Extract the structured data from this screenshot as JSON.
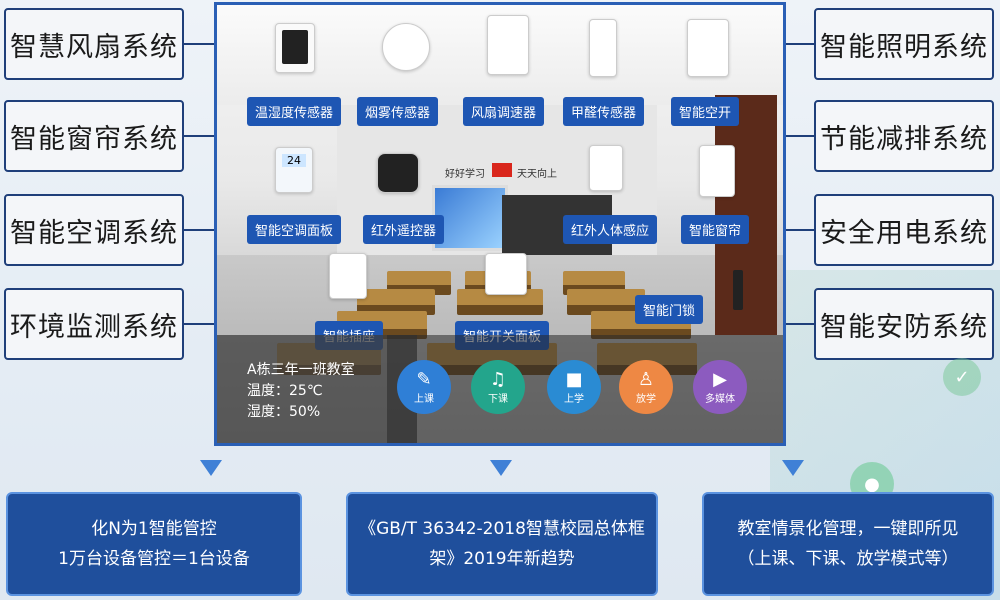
{
  "left_systems": [
    "智慧风扇系统",
    "智能窗帘系统",
    "智能空调系统",
    "环境监测系统"
  ],
  "right_systems": [
    "智能照明系统",
    "节能减排系统",
    "安全用电系统",
    "智能安防系统"
  ],
  "devices": {
    "temp_humidity": "温湿度传感器",
    "smoke": "烟雾传感器",
    "fan_speed": "风扇调速器",
    "formaldehyde": "甲醛传感器",
    "air_switch": "智能空开",
    "ac_panel": "智能空调面板",
    "ir_remote": "红外遥控器",
    "ir_body": "红外人体感应",
    "curtain": "智能窗帘",
    "socket": "智能插座",
    "switch_panel": "智能开关面板",
    "door_lock": "智能门锁"
  },
  "classroom": {
    "banner_left": "好好学习",
    "banner_right": "天天向上",
    "ac_display": "24",
    "room_name": "A栋三年一班教室",
    "temperature": "温度：25℃",
    "humidity": "湿度：50%"
  },
  "modes": [
    {
      "label": "上课",
      "icon": "class-start-icon",
      "color": "#2f7fd6"
    },
    {
      "label": "下课",
      "icon": "bell-icon",
      "color": "#23a58c"
    },
    {
      "label": "上学",
      "icon": "backpack-icon",
      "color": "#2a8bd3"
    },
    {
      "label": "放学",
      "icon": "walking-icon",
      "color": "#ee8844"
    },
    {
      "label": "多媒体",
      "icon": "film-icon",
      "color": "#8c5bbf"
    }
  ],
  "bottom": {
    "box1_line1": "化N为1智能管控",
    "box1_line2": "1万台设备管控＝1台设备",
    "box2_line1": "《GB/T 36342-2018智慧校园总体框",
    "box2_line2": "架》2019年新趋势",
    "box3_line1": "教室情景化管理，一键即所见",
    "box3_line2": "（上课、下课、放学模式等）"
  },
  "colors": {
    "accent": "#1e56b3",
    "box_border": "#1f3f7a",
    "bottom_bg": "#1f4f9c"
  }
}
